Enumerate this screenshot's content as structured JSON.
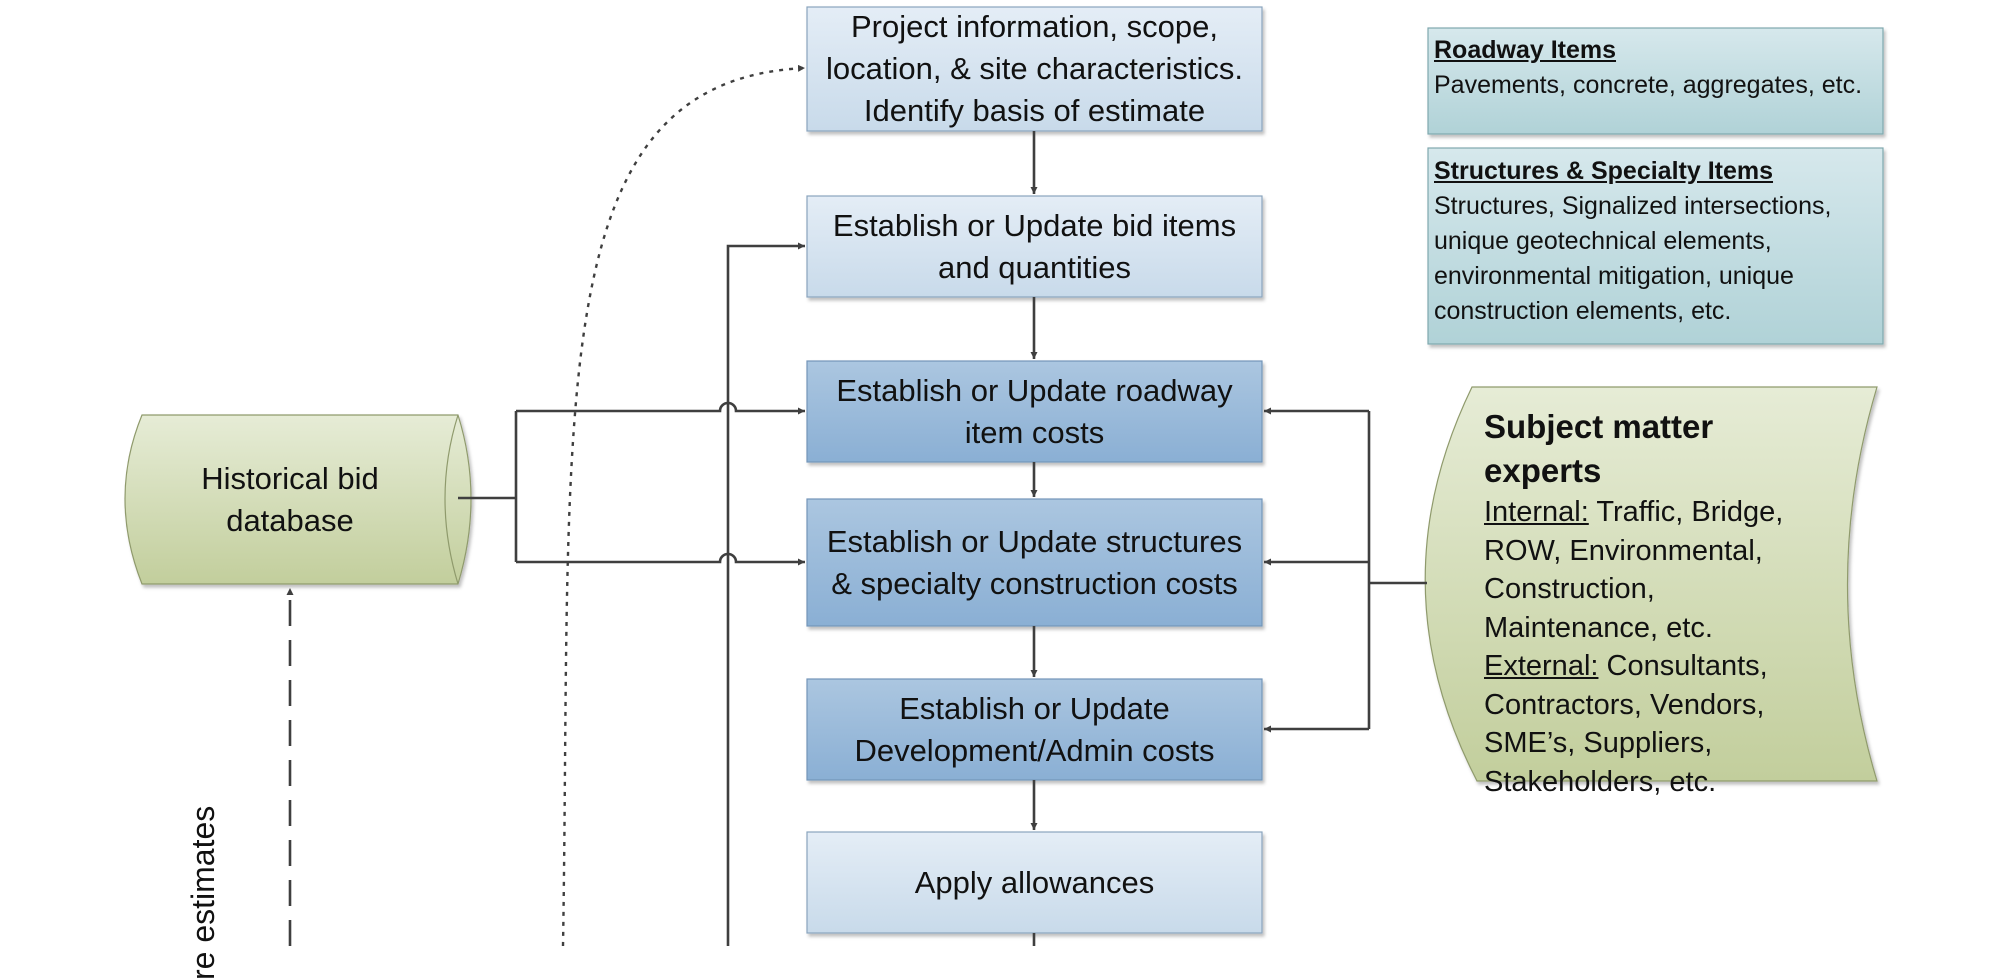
{
  "diagram": {
    "process_steps": [
      {
        "id": "step-project-info",
        "text": "Project information, scope,\nlocation, & site characteristics.\nIdentify basis of estimate"
      },
      {
        "id": "step-bid-items",
        "text": "Establish or Update bid items\nand quantities"
      },
      {
        "id": "step-roadway-costs",
        "text": "Establish or Update roadway\nitem costs"
      },
      {
        "id": "step-structures-costs",
        "text": "Establish or Update structures\n& specialty construction costs"
      },
      {
        "id": "step-admin-costs",
        "text": "Establish or Update\nDevelopment/Admin costs"
      },
      {
        "id": "step-allowances",
        "text": "Apply allowances"
      }
    ],
    "historical_db": {
      "label": "Historical bid\ndatabase"
    },
    "legend": {
      "roadway": {
        "title": "Roadway Items",
        "body": "Pavements, concrete, aggregates, etc."
      },
      "structures": {
        "title": "Structures & Specialty Items",
        "body": "Structures, Signalized intersections, unique geotechnical elements, environmental mitigation, unique construction elements, etc."
      }
    },
    "sme": {
      "title": "Subject matter experts",
      "internal_label": "Internal:",
      "internal_text": " Traffic, Bridge, ROW, Environmental, Construction, Maintenance, etc.",
      "external_label": "External:",
      "external_text": " Consultants, Contractors, Vendors, SME’s, Suppliers, Stakeholders, etc."
    },
    "side_label": "re estimates"
  },
  "colors": {
    "light_box_top": "#e3ecf5",
    "light_box_bottom": "#c9dbea",
    "dark_box_top": "#a9c4df",
    "dark_box_bottom": "#8cb0d4",
    "teal_box_top": "#d3e6ea",
    "teal_box_bottom": "#b2d3d8",
    "green_shape_top": "#e4ebd2",
    "green_shape_bottom": "#c3cf9e",
    "connector": "#3f3f3f"
  }
}
